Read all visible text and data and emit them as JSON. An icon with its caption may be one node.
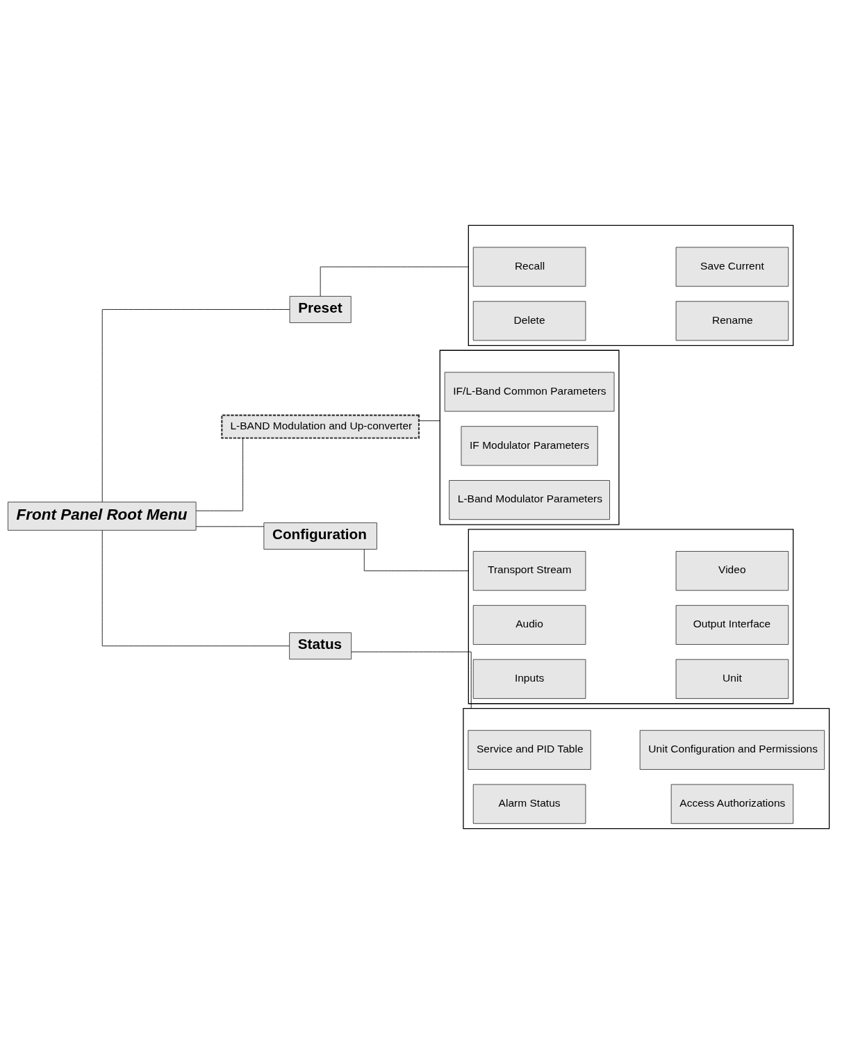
{
  "diagram": {
    "nodes": [
      {
        "text": [
          "Front Panel Root Menu"
        ]
      },
      {
        "text": [
          "Preset"
        ]
      },
      {
        "text": [],
        "shape": "box"
      },
      {
        "text": [
          "Recall"
        ],
        "in": 2
      },
      {
        "text": [
          "Save Current"
        ],
        "in": 2
      },
      {
        "text": [
          "Delete"
        ],
        "in": 2
      },
      {
        "text": [
          "Rename"
        ],
        "in": 2
      },
      {
        "text": [
          "L-BAND Modulation and Up-converter"
        ]
      },
      {
        "text": [],
        "shape": "box"
      },
      {
        "text": [
          "IF/L-Band Common Parameters"
        ],
        "in": 8
      },
      {
        "text": [
          "IF Modulator Parameters"
        ],
        "in": 8
      },
      {
        "text": [
          "L-Band Modulator Parameters"
        ],
        "in": 8
      },
      {
        "text": [
          "Configuration"
        ]
      },
      {
        "text": [],
        "shape": "box"
      },
      {
        "text": [
          "Transport Stream"
        ],
        "in": 13
      },
      {
        "text": [
          "Video"
        ],
        "in": 13
      },
      {
        "text": [
          "Audio"
        ],
        "in": 13
      },
      {
        "text": [
          "Output Interface"
        ],
        "in": 13
      },
      {
        "text": [
          "Inputs"
        ],
        "in": 13
      },
      {
        "text": [
          "Unit"
        ],
        "in": 13
      },
      {
        "text": [
          "Status"
        ]
      },
      {
        "text": [],
        "shape": "box"
      },
      {
        "text": [
          "Service and PID Table"
        ],
        "in": 21
      },
      {
        "text": [
          "Unit Configuration and Permissions"
        ],
        "in": 21
      },
      {
        "text": [
          "Alarm Status"
        ],
        "in": 21
      },
      {
        "text": [
          "Access Authorizations"
        ],
        "in": 21
      }
    ],
    "edges": [
      {
        "from": 0,
        "to": 1,
        "arrow": "none"
      },
      {
        "from": 0,
        "to": 7,
        "arrow": "none"
      },
      {
        "from": 0,
        "to": 12,
        "arrow": "none"
      },
      {
        "from": 0,
        "to": 20,
        "arrow": "none"
      },
      {
        "from": 1,
        "to": 2,
        "arrow": "none"
      },
      {
        "from": 7,
        "to": 8,
        "arrow": "none"
      },
      {
        "from": 12,
        "to": 13,
        "arrow": "none"
      },
      {
        "from": 20,
        "to": 21,
        "arrow": "none"
      }
    ]
  }
}
